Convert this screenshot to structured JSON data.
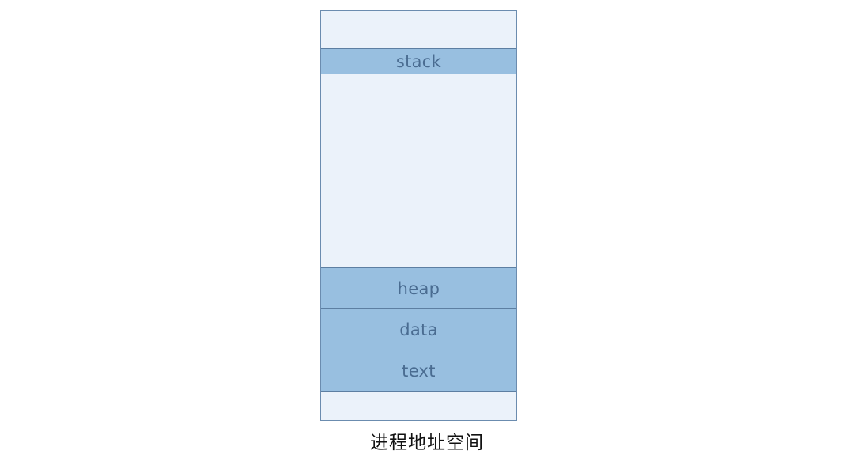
{
  "diagram": {
    "title": "进程地址空间",
    "colors": {
      "empty_fill": "#ebf2fa",
      "segment_fill": "#98bfe0",
      "border": "#5d7fa2",
      "label_text": "#4a6c91",
      "caption_text": "#111111"
    },
    "segments": [
      {
        "label": "",
        "kind": "empty"
      },
      {
        "label": "stack",
        "kind": "filled"
      },
      {
        "label": "",
        "kind": "empty"
      },
      {
        "label": "heap",
        "kind": "filled"
      },
      {
        "label": "data",
        "kind": "filled"
      },
      {
        "label": "text",
        "kind": "filled"
      },
      {
        "label": "",
        "kind": "empty"
      }
    ]
  }
}
